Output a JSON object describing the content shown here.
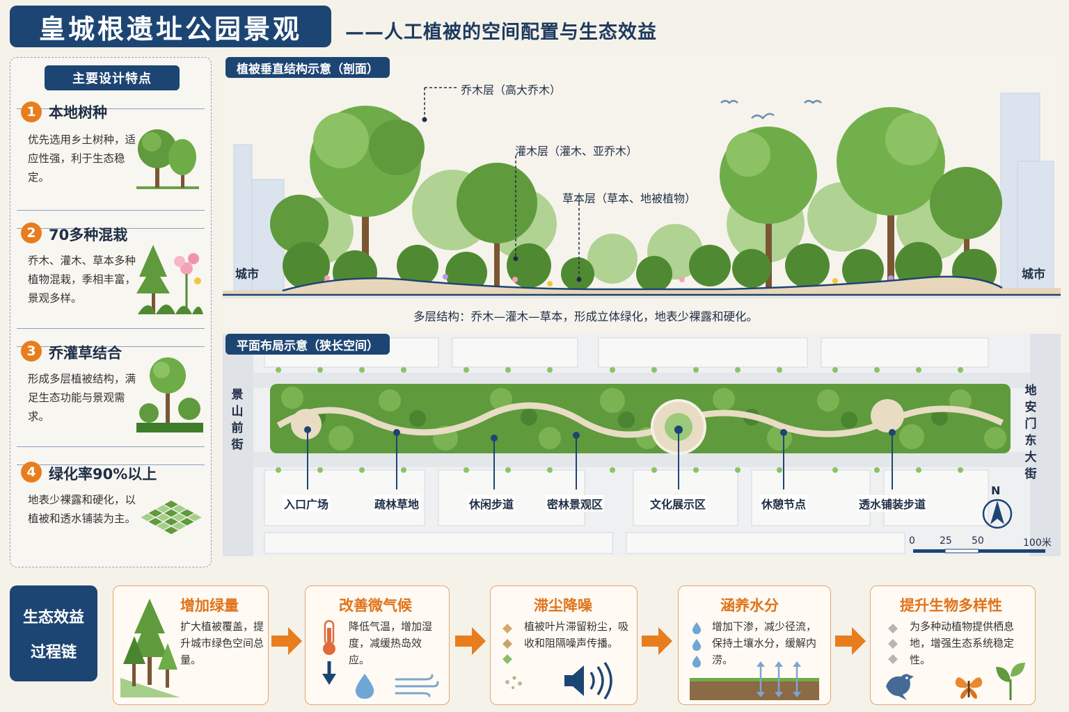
{
  "header": {
    "title": "皇城根遗址公园景观",
    "subtitle": "——人工植被的空间配置与生态效益"
  },
  "features": {
    "heading": "主要设计特点",
    "items": [
      {
        "num": "1",
        "title": "本地树种",
        "desc": "优先选用乡土树种，适应性强，利于生态稳定。"
      },
      {
        "num": "2",
        "title": "70多种混栽",
        "desc": "乔木、灌木、草本多种植物混栽，季相丰富，景观多样。"
      },
      {
        "num": "3",
        "title": "乔灌草结合",
        "desc": "形成多层植被结构，满足生态功能与景观需求。"
      },
      {
        "num": "4",
        "title": "绿化率90%以上",
        "desc": "地表少裸露和硬化，以植被和透水铺装为主。"
      }
    ]
  },
  "section": {
    "heading": "植被垂直结构示意（剖面）",
    "tree_layer": "乔木层（高大乔木）",
    "shrub_layer": "灌木层（灌木、亚乔木）",
    "herb_layer": "草本层（草本、地被植物）",
    "city_left": "城市",
    "city_right": "城市",
    "caption": "多层结构：乔木—灌木—草本，形成立体绿化，地表少裸露和硬化。"
  },
  "plan": {
    "heading": "平面布局示意（狭长空间）",
    "street_west": "景山前街",
    "street_east": "地安门东大街",
    "zones": [
      "入口广场",
      "疏林草地",
      "休闲步道",
      "密林景观区",
      "文化展示区",
      "休憩节点",
      "透水铺装步道"
    ],
    "north": "N",
    "scale": [
      "0",
      "25",
      "50",
      "100米"
    ]
  },
  "benefits": {
    "chain_line1": "生态效益",
    "chain_line2": "过程链",
    "items": [
      {
        "title": "增加绿量",
        "desc": "扩大植被覆盖，提升城市绿色空间总量。"
      },
      {
        "title": "改善微气候",
        "desc": "降低气温，增加湿度，减缓热岛效应。"
      },
      {
        "title": "滞尘降噪",
        "desc": "植被叶片滞留粉尘，吸收和阻隔噪声传播。"
      },
      {
        "title": "涵养水分",
        "desc": "增加下渗，减少径流，保持土壤水分，缓解内涝。"
      },
      {
        "title": "提升生物多样性",
        "desc": "为多种动植物提供栖息地，增强生态系统稳定性。"
      }
    ]
  },
  "colors": {
    "navy": "#1d4573",
    "orange": "#e87d1e",
    "tree_green": "#5f9a3c",
    "light_green": "#9cc97a",
    "path": "#e8dcc4"
  }
}
